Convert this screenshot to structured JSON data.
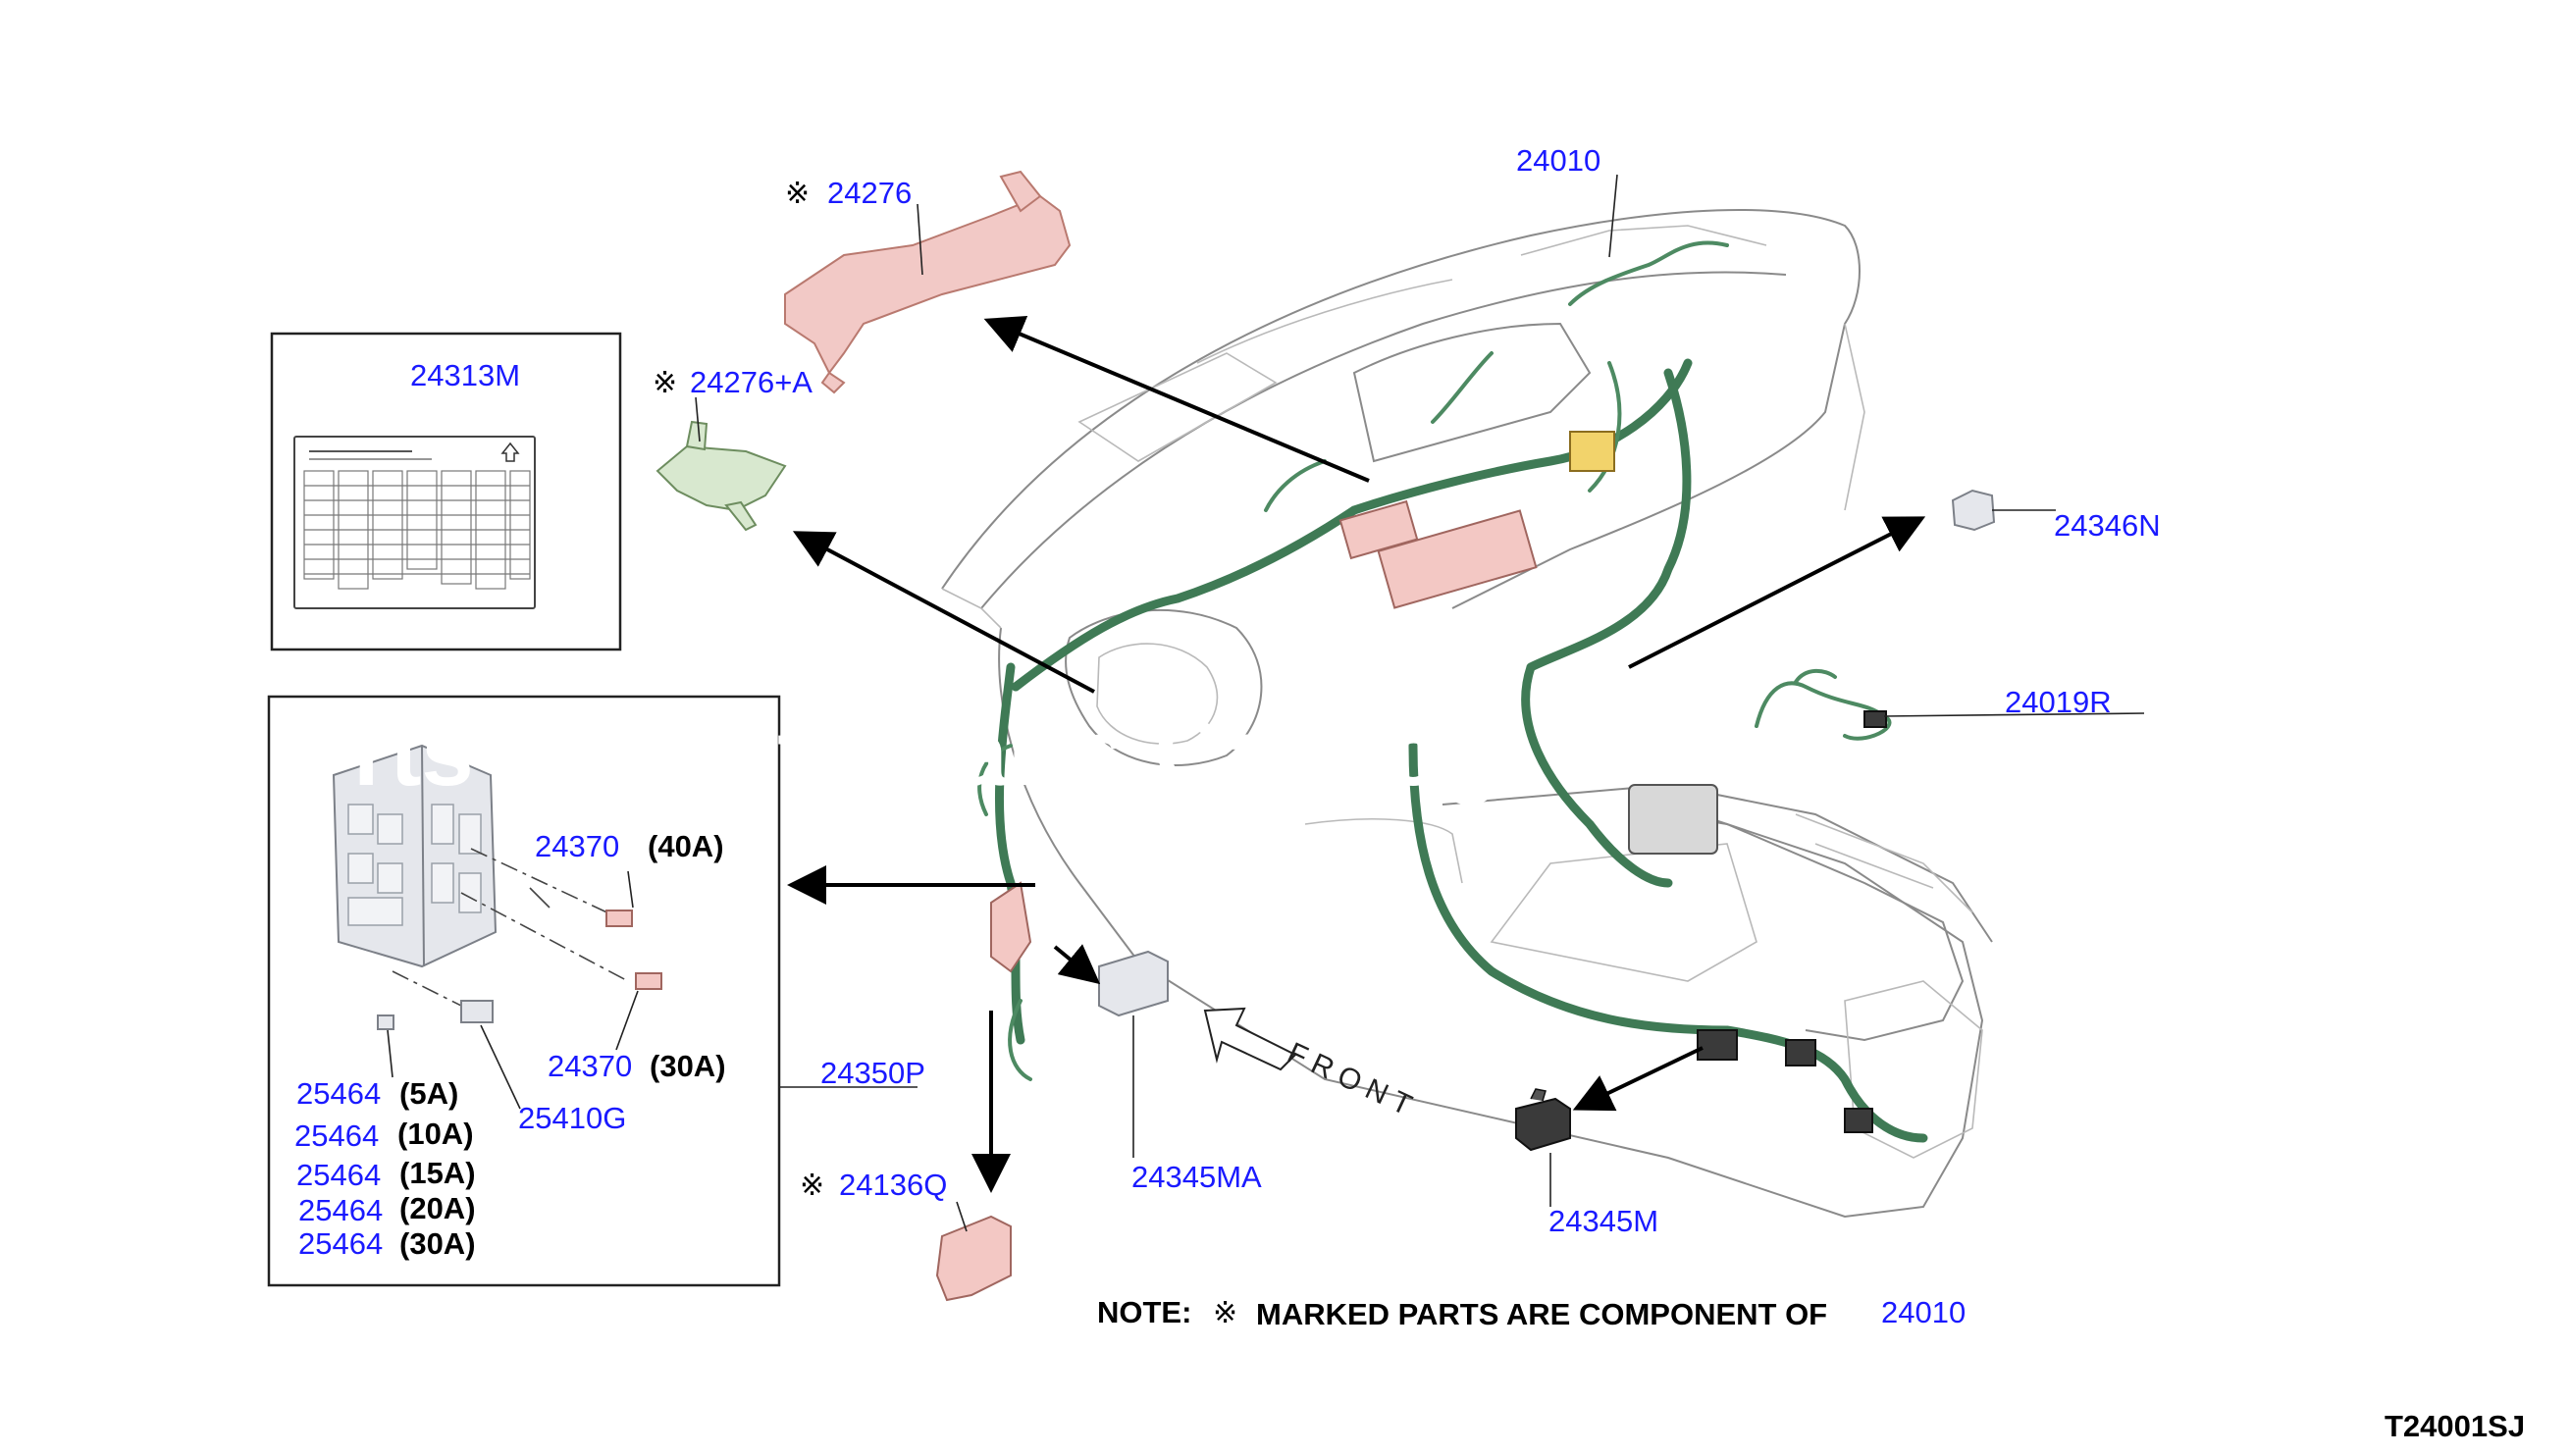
{
  "labels": {
    "p24010_top": "24010",
    "p24276": "24276",
    "p24276A": "24276+A",
    "p24313M": "24313M",
    "p24346N": "24346N",
    "p24019R": "24019R",
    "p24370_40": "24370",
    "amp_40A": "(40A)",
    "p24370_30": "24370",
    "amp_30A": "(30A)",
    "p24350P": "24350P",
    "p25410G": "25410G",
    "p25464_5": "25464",
    "amp_5A": "(5A)",
    "p25464_10": "25464",
    "amp_10A": "(10A)",
    "p25464_15": "25464",
    "amp_15A": "(15A)",
    "p25464_20": "25464",
    "amp_20A": "(20A)",
    "p25464_30": "25464",
    "amp_30A_b": "(30A)",
    "p24136Q": "24136Q",
    "p24345MA": "24345MA",
    "p24345M": "24345M",
    "front": "FRONT"
  },
  "markers": {
    "m24276": "※",
    "m24276A": "※",
    "m24136Q": "※"
  },
  "note": {
    "prefix": "NOTE:",
    "mark": "※",
    "text": "MARKED PARTS ARE COMPONENT OF",
    "ref": "24010"
  },
  "diagram_code": "T24001SJ",
  "watermark": "rts N        to Parts Catalog",
  "colors": {
    "part_number": "#1a1aff",
    "harness": "#3f7a55",
    "highlight_part": "#f2c9c6"
  }
}
